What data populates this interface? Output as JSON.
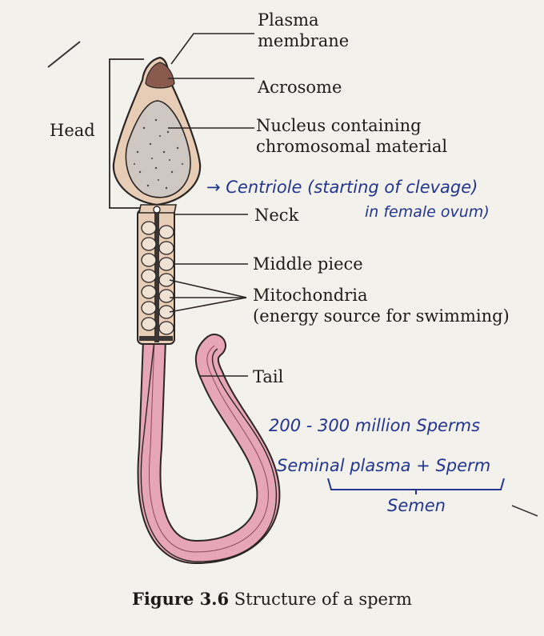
{
  "labels": {
    "plasma_membrane": [
      "Plasma",
      "membrane"
    ],
    "acrosome": "Acrosome",
    "nucleus": [
      "Nucleus containing",
      "chromosomal material"
    ],
    "head": "Head",
    "neck": "Neck",
    "middle_piece": "Middle piece",
    "mitochondria": [
      "Mitochondria",
      "(energy source for swimming)"
    ],
    "tail": "Tail"
  },
  "handwritten_notes": {
    "centriole": [
      "→ Centriole (starting of clevage)",
      "in female ovum)"
    ],
    "sperm_count": "200 - 300 million Sperms",
    "seminal": "Seminal plasma + Sperm",
    "semen": "Semen"
  },
  "caption": {
    "figure_number": "Figure 3.6",
    "title": "Structure of a sperm"
  },
  "colors": {
    "head_fill": "#e8cdb6",
    "acrosome": "#8a5a4f",
    "nucleus_fill": "#cfc7c2",
    "tail_fill": "#e7a6b8",
    "outline": "#2b2624",
    "ink_blue": "#23358f"
  }
}
